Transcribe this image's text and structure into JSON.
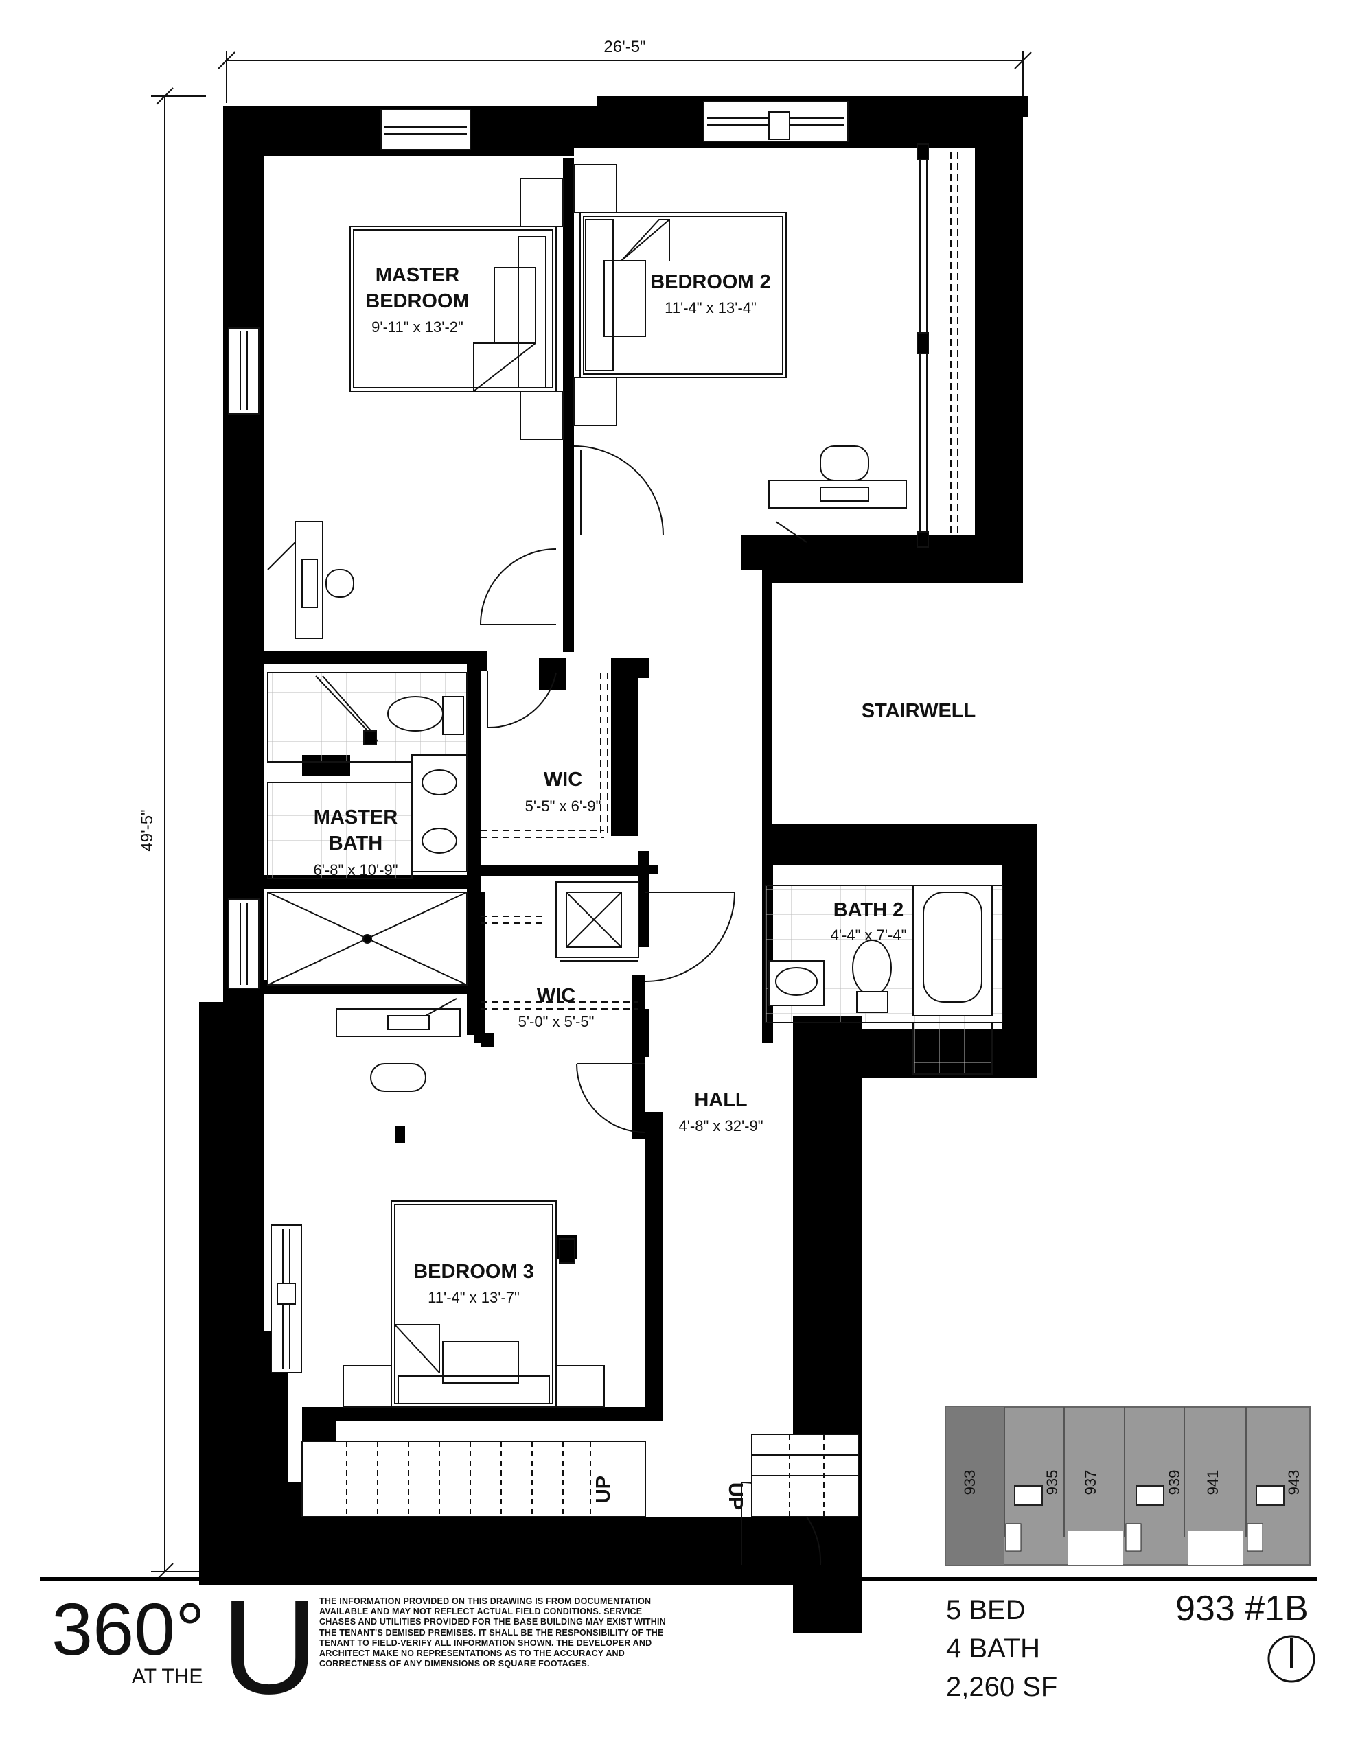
{
  "dimensions": {
    "width": "26'-5\"",
    "depth": "49'-5\""
  },
  "rooms": {
    "master_bedroom": {
      "name_line1": "MASTER",
      "name_line2": "BEDROOM",
      "size": "9'-11\" x 13'-2\""
    },
    "bedroom_2": {
      "name": "BEDROOM 2",
      "size": "11'-4\" x 13'-4\""
    },
    "stairwell": {
      "name": "STAIRWELL"
    },
    "wic_1": {
      "name": "WIC",
      "size": "5'-5\" x 6'-9\""
    },
    "master_bath": {
      "name_line1": "MASTER",
      "name_line2": "BATH",
      "size": "6'-8\" x 10'-9\""
    },
    "bath_2": {
      "name": "BATH 2",
      "size": "4'-4\" x 7'-4\""
    },
    "wic_2": {
      "name": "WIC",
      "size": "5'-0\" x 5'-5\""
    },
    "hall": {
      "name": "HALL",
      "size": "4'-8\" x 32'-9\""
    },
    "bedroom_3": {
      "name": "BEDROOM 3",
      "size": "11'-4\" x 13'-7\""
    }
  },
  "stairs": {
    "up_left": "UP",
    "up_right": "UP"
  },
  "key_plan": {
    "units": [
      "933",
      "935",
      "937",
      "939",
      "941",
      "943"
    ],
    "highlighted": "933"
  },
  "footer": {
    "brand_main": "360°",
    "brand_at": "AT THE",
    "brand_u": "U",
    "disclaimer": "THE INFORMATION PROVIDED ON THIS DRAWING IS FROM DOCUMENTATION AVAILABLE AND MAY NOT REFLECT ACTUAL FIELD CONDITIONS. SERVICE CHASES AND UTILITIES PROVIDED FOR THE BASE BUILDING MAY EXIST WITHIN THE TENANT'S DEMISED PREMISES. IT SHALL BE THE RESPONSIBILITY OF THE TENANT TO FIELD-VERIFY ALL INFORMATION SHOWN. THE DEVELOPER AND ARCHITECT MAKE NO REPRESENTATIONS AS TO THE ACCURACY AND CORRECTNESS OF ANY DIMENSIONS OR SQUARE FOOTAGES.",
    "beds": "5 BED",
    "baths": "4 BATH",
    "area": "2,260 SF",
    "unit": "933 #1B"
  },
  "colors": {
    "wall": "#000000",
    "line": "#333333",
    "key_fill": "#999999",
    "key_highlight": "#7a7a7a"
  },
  "icons": {
    "north": "north-arrow-icon"
  }
}
